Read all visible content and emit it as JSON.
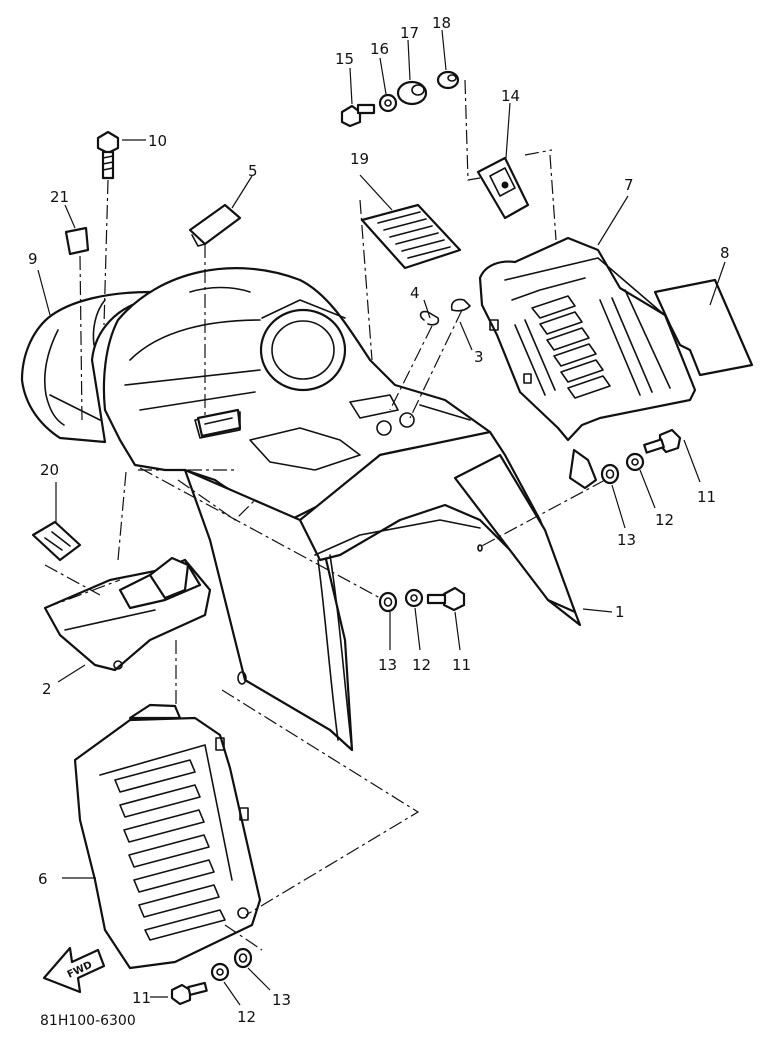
{
  "diagram": {
    "drawing_number": "81H100-6300",
    "direction_arrow_label": "FWD",
    "callouts": [
      {
        "id": "c1",
        "label": "1"
      },
      {
        "id": "c2",
        "label": "2"
      },
      {
        "id": "c3",
        "label": "3"
      },
      {
        "id": "c4",
        "label": "4"
      },
      {
        "id": "c5",
        "label": "5"
      },
      {
        "id": "c6",
        "label": "6"
      },
      {
        "id": "c7",
        "label": "7"
      },
      {
        "id": "c8",
        "label": "8"
      },
      {
        "id": "c9",
        "label": "9"
      },
      {
        "id": "c10",
        "label": "10"
      },
      {
        "id": "c11a",
        "label": "11"
      },
      {
        "id": "c11b",
        "label": "11"
      },
      {
        "id": "c11c",
        "label": "11"
      },
      {
        "id": "c12a",
        "label": "12"
      },
      {
        "id": "c12b",
        "label": "12"
      },
      {
        "id": "c12c",
        "label": "12"
      },
      {
        "id": "c13a",
        "label": "13"
      },
      {
        "id": "c13b",
        "label": "13"
      },
      {
        "id": "c13c",
        "label": "13"
      },
      {
        "id": "c14",
        "label": "14"
      },
      {
        "id": "c15",
        "label": "15"
      },
      {
        "id": "c16",
        "label": "16"
      },
      {
        "id": "c17",
        "label": "17"
      },
      {
        "id": "c18",
        "label": "18"
      },
      {
        "id": "c19",
        "label": "19"
      },
      {
        "id": "c20",
        "label": "20"
      },
      {
        "id": "c21",
        "label": "21"
      }
    ]
  }
}
